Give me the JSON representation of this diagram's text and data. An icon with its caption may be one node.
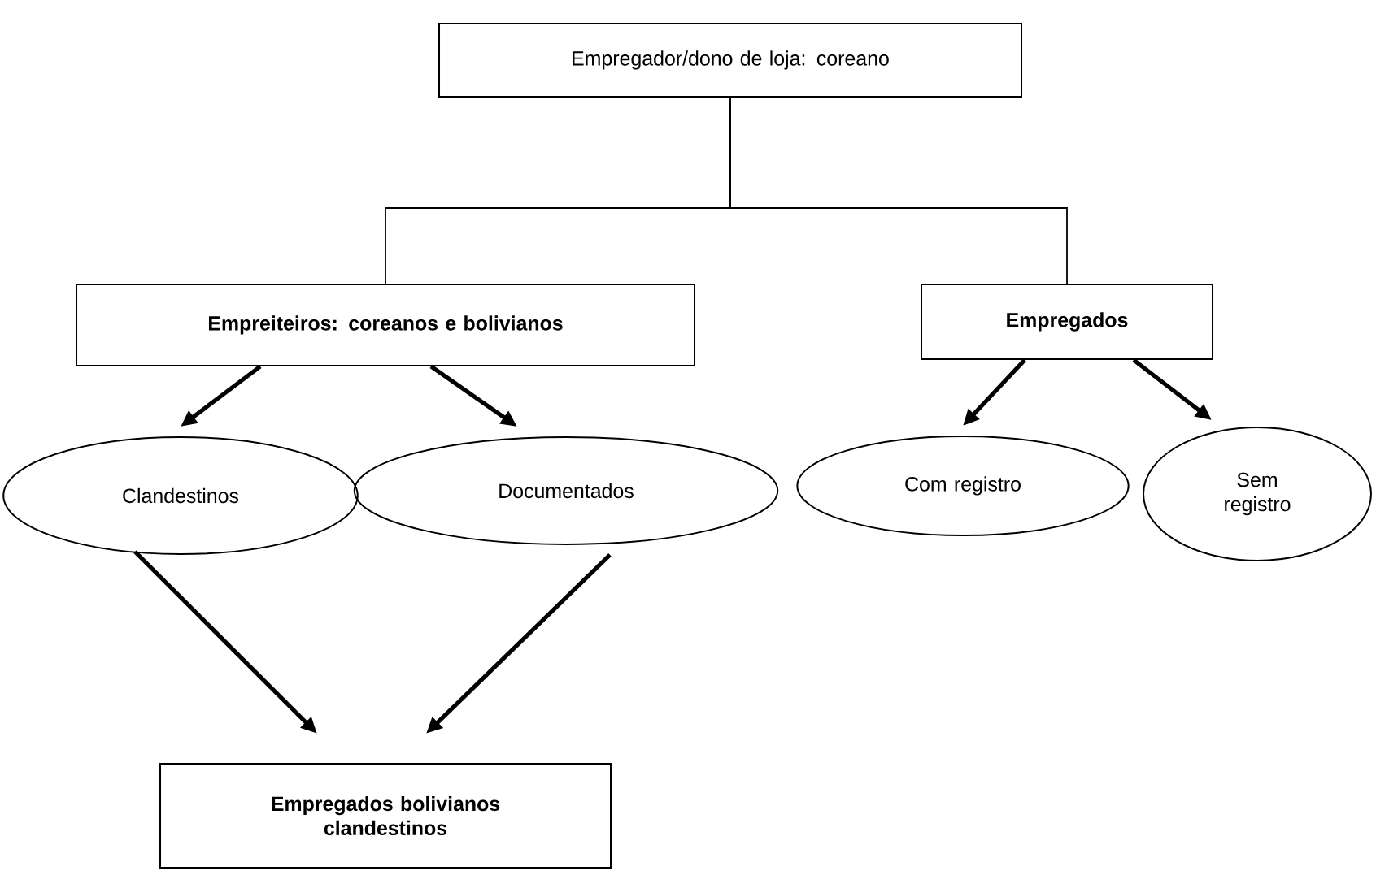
{
  "diagram": {
    "nodes": [
      {
        "text": [
          "Empregador/dono de loja: coreano"
        ]
      },
      {
        "text": [
          "Empreiteiros: coreanos e bolivianos"
        ]
      },
      {
        "text": [
          "Empregados"
        ]
      },
      {
        "text": [
          "Clandestinos"
        ]
      },
      {
        "text": [
          "Documentados"
        ]
      },
      {
        "text": [
          "Com registro"
        ]
      },
      {
        "text": [
          "Sem registro"
        ]
      },
      {
        "text": [
          "Empregados bolivianos clandestinos"
        ]
      }
    ],
    "edges": [
      {
        "from": 0,
        "to": 1,
        "arrow": "none"
      },
      {
        "from": 0,
        "to": 2,
        "arrow": "none"
      },
      {
        "from": 1,
        "to": 3,
        "arrow": "to"
      },
      {
        "from": 1,
        "to": 4,
        "arrow": "to"
      },
      {
        "from": 2,
        "to": 5,
        "arrow": "to"
      },
      {
        "from": 2,
        "to": 6,
        "arrow": "to"
      },
      {
        "from": 3,
        "to": 7,
        "arrow": "to"
      },
      {
        "from": 4,
        "to": 7,
        "arrow": "to"
      }
    ]
  }
}
